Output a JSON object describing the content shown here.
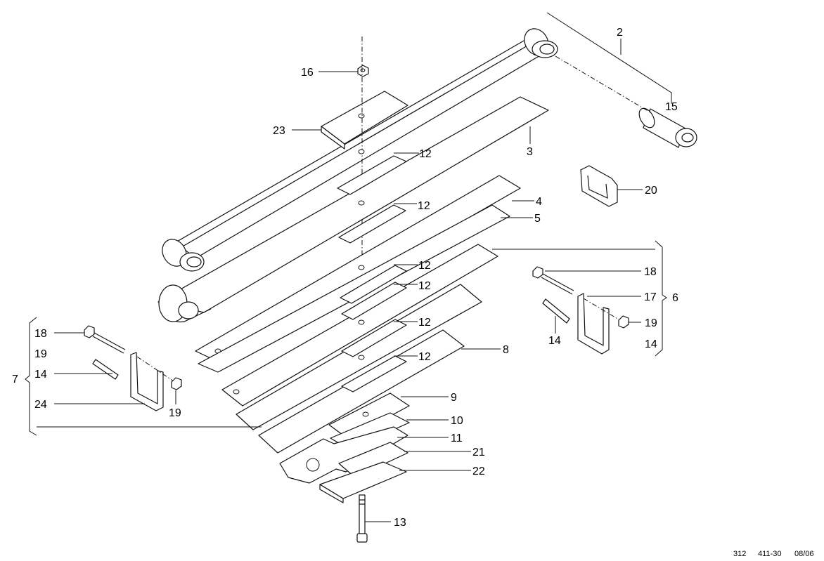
{
  "callouts": {
    "c2": "2",
    "c3": "3",
    "c4": "4",
    "c5": "5",
    "c6": "6",
    "c7": "7",
    "c8": "8",
    "c9": "9",
    "c10": "10",
    "c11": "11",
    "c12": "12",
    "c13": "13",
    "c14": "14",
    "c15": "15",
    "c16": "16",
    "c17": "17",
    "c18": "18",
    "c19": "19",
    "c20": "20",
    "c21": "21",
    "c22": "22",
    "c23": "23",
    "c24": "24"
  },
  "footer": {
    "page": "312",
    "group": "411-30",
    "date": "08/06"
  }
}
